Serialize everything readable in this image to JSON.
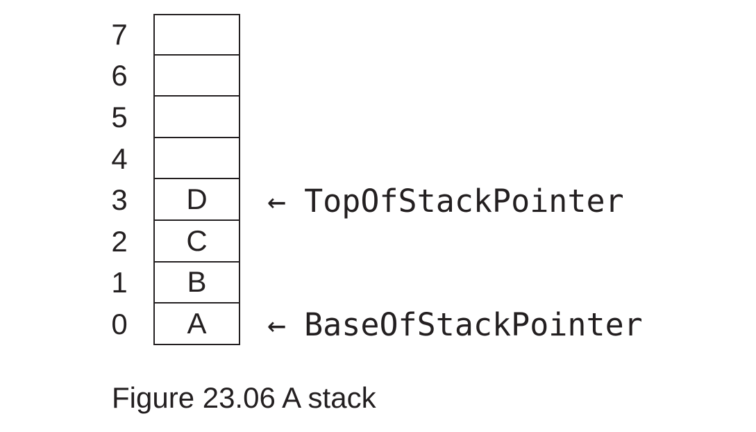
{
  "figure": {
    "caption": "Figure 23.06 A stack",
    "colors": {
      "ink": "#231f20",
      "background": "#ffffff"
    },
    "stack": {
      "rows": [
        {
          "index": "7",
          "value": ""
        },
        {
          "index": "6",
          "value": ""
        },
        {
          "index": "5",
          "value": ""
        },
        {
          "index": "4",
          "value": ""
        },
        {
          "index": "3",
          "value": "D"
        },
        {
          "index": "2",
          "value": "C"
        },
        {
          "index": "1",
          "value": "B"
        },
        {
          "index": "0",
          "value": "A"
        }
      ]
    },
    "pointers": {
      "top": {
        "arrow": "←",
        "label": "TopOfStackPointer",
        "points_to_index": "3"
      },
      "base": {
        "arrow": "←",
        "label": "BaseOfStackPointer",
        "points_to_index": "0"
      }
    }
  }
}
